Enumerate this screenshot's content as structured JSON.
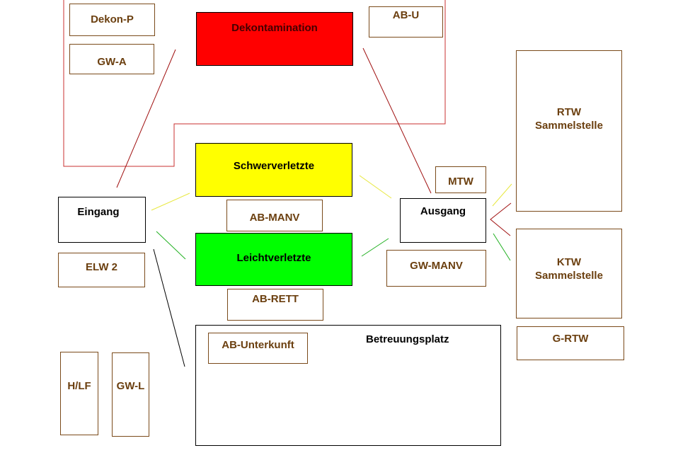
{
  "colors": {
    "red": "#ff0000",
    "yellow": "#ffff00",
    "green": "#00ff00",
    "brown": "#6b3f0f"
  },
  "labels": {
    "dekon_p": "Dekon-P",
    "gw_a": "GW-A",
    "dekontamination": "Dekontamination",
    "ab_u": "AB-U",
    "rtw_1": "RTW",
    "rtw_2": "Sammelstelle",
    "schwerverletzte": "Schwerverletzte",
    "mtw": "MTW",
    "eingang": "Eingang",
    "ab_manv": "AB-MANV",
    "ausgang": "Ausgang",
    "leichtverletzte": "Leichtverletzte",
    "elw2": "ELW 2",
    "gw_manv": "GW-MANV",
    "ktw_1": "KTW",
    "ktw_2": "Sammelstelle",
    "ab_rett": "AB-RETT",
    "betreuungsplatz": "Betreuungsplatz",
    "ab_unterkunft": "AB-Unterkunft",
    "g_rtw": "G-RTW",
    "hlf": "H/LF",
    "gw_l": "GW-L"
  }
}
